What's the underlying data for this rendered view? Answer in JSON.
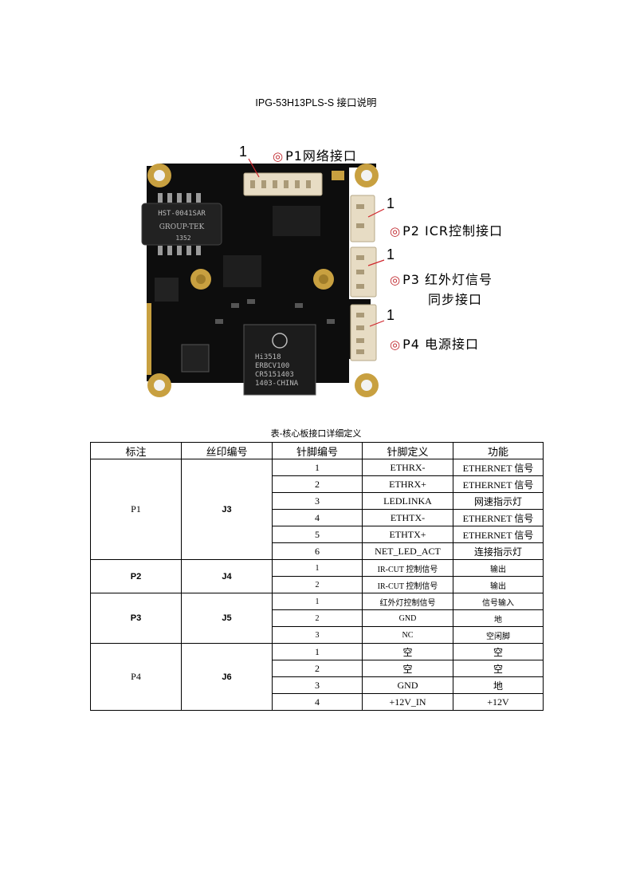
{
  "document": {
    "title": "IPG-53H13PLS-S 接口说明",
    "table_caption": "表-核心板接口详细定义"
  },
  "photo": {
    "chip_labels": {
      "transformer": "HST-0041SAR",
      "brand": "GROUP-TEK",
      "date": "1352",
      "soc_line1": "Hi3518",
      "soc_line2": "ERBCV100",
      "soc_line3": "CR5151403",
      "soc_line4": "1403-CHINA"
    }
  },
  "callouts": {
    "marker": "◎",
    "pin_one": "1",
    "p1": "P1网络接口",
    "p2": "P2 ICR控制接口",
    "p3_line1": "P3 红外灯信号",
    "p3_line2": "同步接口",
    "p4": "P4 电源接口"
  },
  "table": {
    "headers": [
      "标注",
      "丝印编号",
      "针脚编号",
      "针脚定义",
      "功能"
    ],
    "groups": [
      {
        "label": "P1",
        "silk": "J3",
        "rows": [
          {
            "pin": "1",
            "def": "ETHRX-",
            "func": "ETHERNET 信号"
          },
          {
            "pin": "2",
            "def": "ETHRX+",
            "func": "ETHERNET 信号"
          },
          {
            "pin": "3",
            "def": "LEDLINKA",
            "func": "网速指示灯"
          },
          {
            "pin": "4",
            "def": "ETHTX-",
            "func": "ETHERNET 信号"
          },
          {
            "pin": "5",
            "def": "ETHTX+",
            "func": "ETHERNET 信号"
          },
          {
            "pin": "6",
            "def": "NET_LED_ACT",
            "func": "连接指示灯"
          }
        ]
      },
      {
        "label": "P2",
        "silk": "J4",
        "rows": [
          {
            "pin": "1",
            "def": "IR-CUT 控制信号",
            "func": "输出"
          },
          {
            "pin": "2",
            "def": "IR-CUT 控制信号",
            "func": "输出"
          }
        ]
      },
      {
        "label": "P3",
        "silk": "J5",
        "rows": [
          {
            "pin": "1",
            "def": "红外灯控制信号",
            "func": "信号输入"
          },
          {
            "pin": "2",
            "def": "GND",
            "func": "地"
          },
          {
            "pin": "3",
            "def": "NC",
            "func": "空闲脚"
          }
        ]
      },
      {
        "label": "P4",
        "silk": "J6",
        "rows": [
          {
            "pin": "1",
            "def": "空",
            "func": "空"
          },
          {
            "pin": "2",
            "def": "空",
            "func": "空"
          },
          {
            "pin": "3",
            "def": "GND",
            "func": "地"
          },
          {
            "pin": "4",
            "def": "+12V_IN",
            "func": "+12V"
          }
        ]
      }
    ]
  }
}
